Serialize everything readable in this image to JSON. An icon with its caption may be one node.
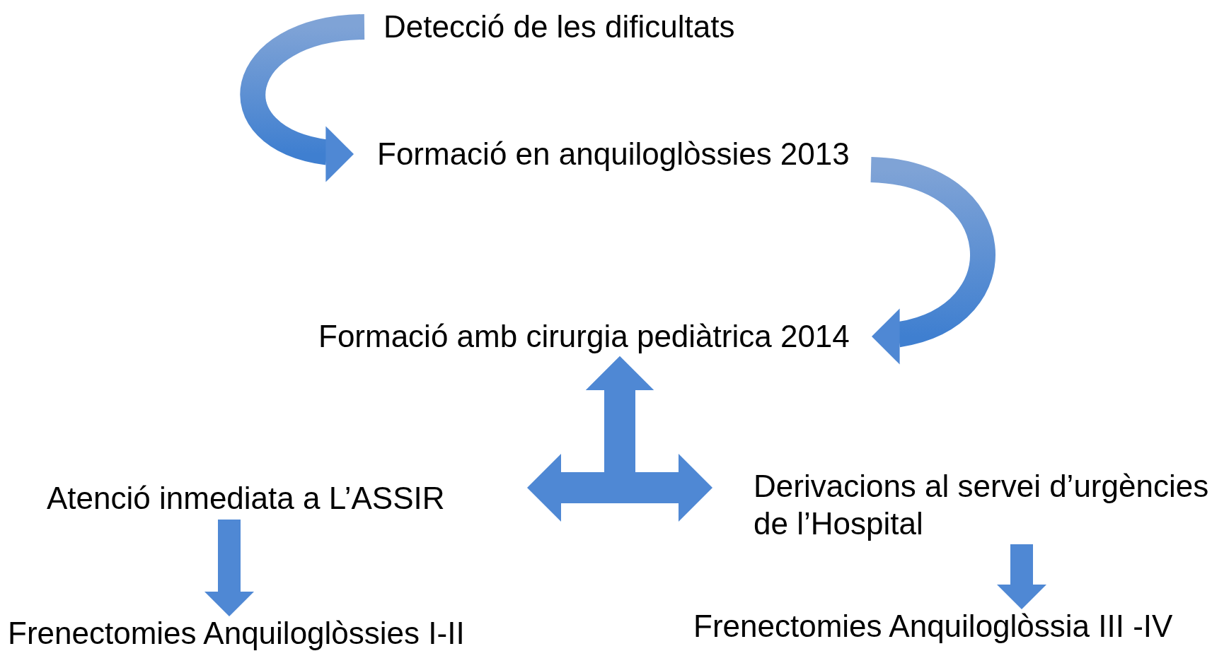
{
  "diagram": {
    "nodes": [
      {
        "text": [
          "Detecció de les dificultats"
        ]
      },
      {
        "text": [
          "Formació en anquiloglòssies 2013"
        ]
      },
      {
        "text": [
          "Formació amb cirurgia pediàtrica 2014"
        ]
      },
      {
        "text": [
          "Atenció inmediata a L’ASSIR"
        ]
      },
      {
        "text": [
          "Derivacions al servei d’urgències de l’Hospital"
        ]
      },
      {
        "text": [
          "Frenectomies Anquiloglòssies I-II"
        ]
      },
      {
        "text": [
          "Frenectomies Anquiloglòssia III -IV"
        ]
      }
    ],
    "edges": [
      {
        "from": 0,
        "to": 1,
        "arrow": "to"
      },
      {
        "from": 1,
        "to": 2,
        "arrow": "to"
      },
      {
        "from": 2,
        "to": 3,
        "arrow": "both"
      },
      {
        "from": 2,
        "to": 4,
        "arrow": "both"
      },
      {
        "from": 3,
        "to": 5,
        "arrow": "to"
      },
      {
        "from": 4,
        "to": 6,
        "arrow": "to"
      }
    ]
  }
}
